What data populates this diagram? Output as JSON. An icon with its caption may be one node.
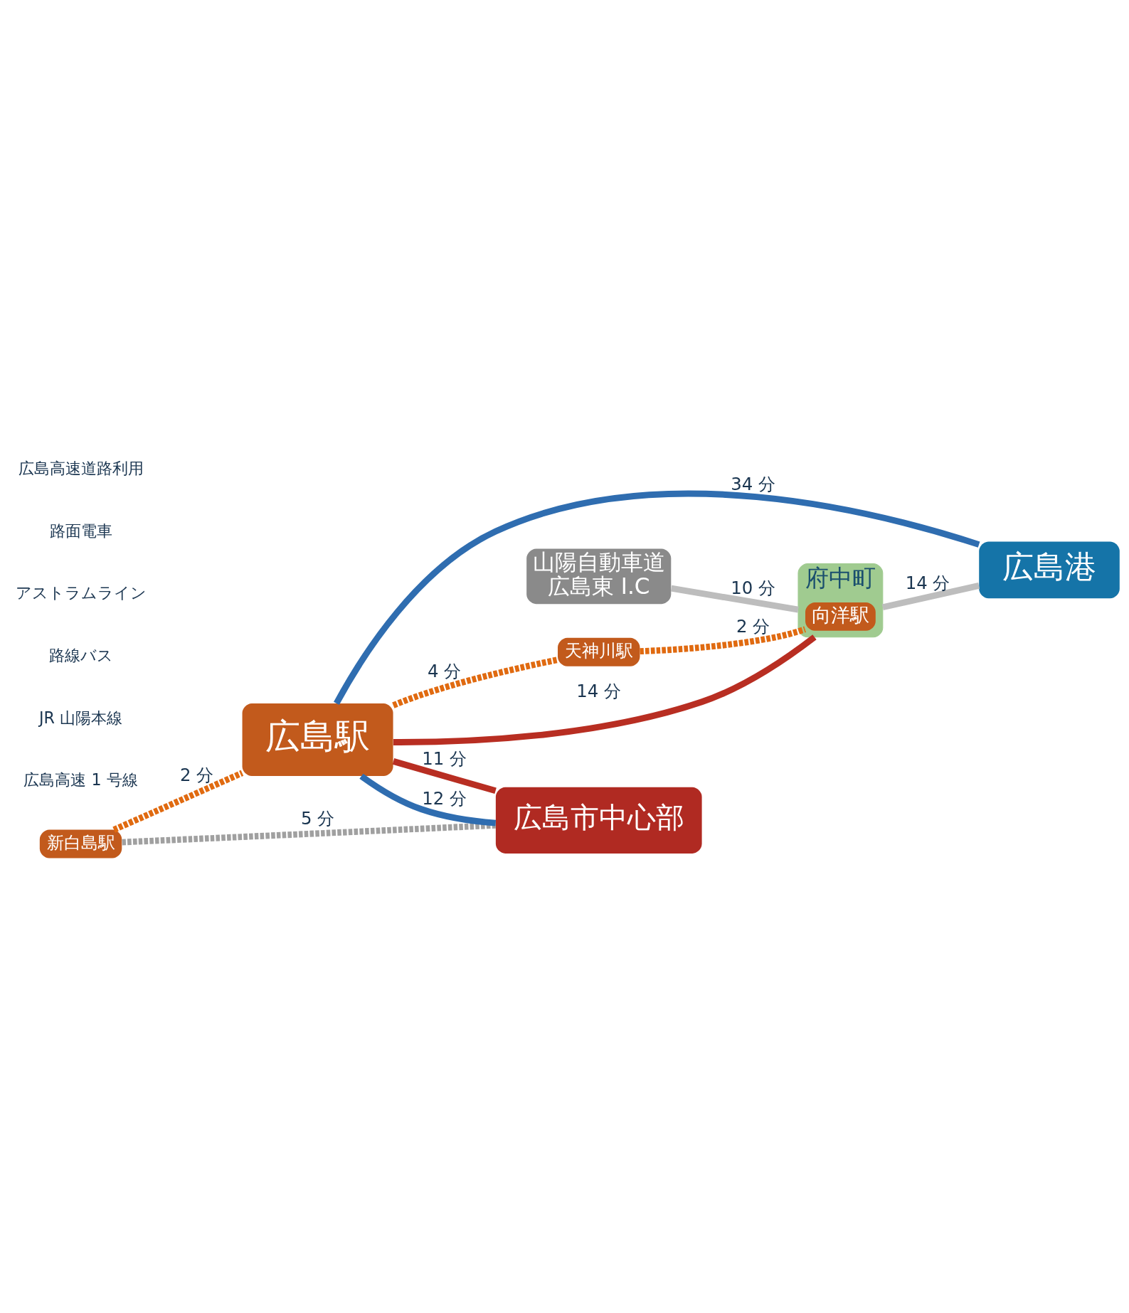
{
  "diagram": {
    "nodes": [
      {
        "text": [
          "山陽自動車道",
          "広島東 I.C"
        ]
      },
      {
        "text": [
          "府中町"
        ]
      },
      {
        "text": [
          "向洋駅"
        ],
        "in": 1
      },
      {
        "text": [
          "新白島駅"
        ]
      },
      {
        "text": [
          "広島駅"
        ]
      },
      {
        "text": [
          "天神川駅"
        ]
      },
      {
        "text": [
          "広島市中心部"
        ]
      },
      {
        "text": [
          "広島港"
        ]
      }
    ],
    "edges": [
      {
        "from": 0,
        "to": 1,
        "arrow": "none",
        "label": "10 分",
        "color": "#bdbdbd"
      },
      {
        "from": 3,
        "to": 4,
        "arrow": "none",
        "label": "2 分",
        "style": "dashed",
        "color": "#e06a10"
      },
      {
        "from": 4,
        "to": 5,
        "arrow": "none",
        "label": "4 分",
        "style": "dashed",
        "color": "#e06a10"
      },
      {
        "from": 5,
        "to": 2,
        "arrow": "none",
        "label": "2 分",
        "style": "dashed",
        "color": "#e06a10"
      },
      {
        "from": 4,
        "to": 1,
        "arrow": "none",
        "label": "14 分",
        "color": "#b82e22"
      },
      {
        "from": 3,
        "to": 6,
        "arrow": "none",
        "label": "5 分",
        "style": "dashed",
        "color": "#a0a0a0"
      },
      {
        "from": 4,
        "to": 6,
        "arrow": "none",
        "label": "11 分",
        "color": "#b82e22"
      },
      {
        "from": 4,
        "to": 6,
        "arrow": "none",
        "label": "12 分",
        "color": "#2f6db0"
      },
      {
        "from": 4,
        "to": 7,
        "arrow": "none",
        "label": "34 分",
        "color": "#2f6db0"
      },
      {
        "from": 1,
        "to": 7,
        "arrow": "none",
        "label": "14 分",
        "color": "#bdbdbd"
      }
    ],
    "labels": [
      "広島高速 1 号線",
      "JR 山陽本線",
      "路線バス",
      "アストラムライン",
      "路面電車",
      "広島高速道路利用"
    ]
  }
}
